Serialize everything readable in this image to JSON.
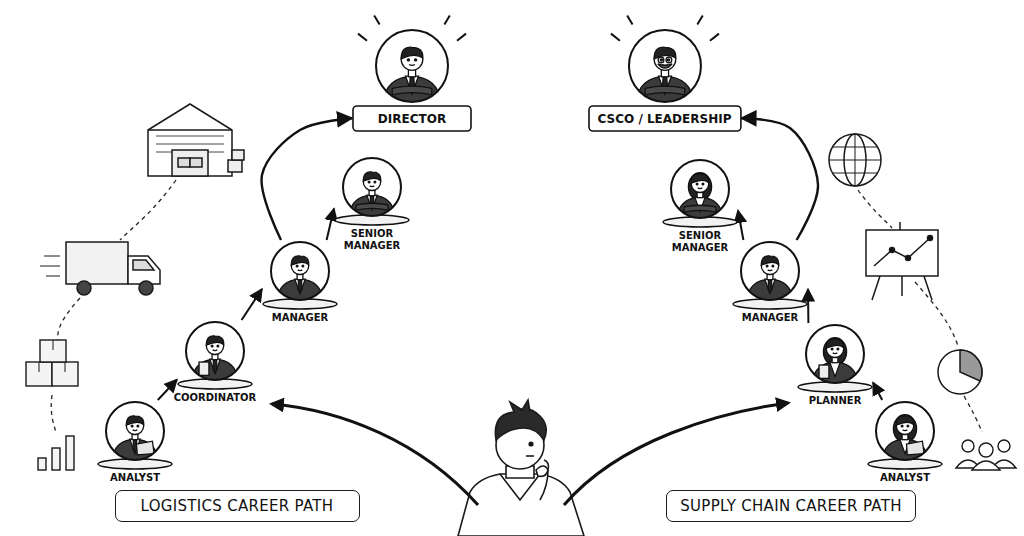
{
  "diagram": {
    "nodes": [
      {
        "text": [
          "DIRECTOR"
        ]
      },
      {
        "text": [
          "CSCO / LEADERSHIP"
        ]
      },
      {
        "text": [
          "SENIOR MANAGER"
        ]
      },
      {
        "text": [
          "SENIOR MANAGER"
        ]
      },
      {
        "text": [
          "MANAGER"
        ]
      },
      {
        "text": [
          "MANAGER"
        ]
      },
      {
        "text": [
          "COORDINATOR"
        ]
      },
      {
        "text": [
          "PLANNER"
        ]
      },
      {
        "text": [
          "ANALYST"
        ]
      },
      {
        "text": [
          "ANALYST"
        ]
      },
      {
        "text": [
          "LOGISTICS CAREER PATH"
        ]
      },
      {
        "text": [
          "SUPPLY CHAIN CAREER PATH"
        ]
      }
    ],
    "edges": [
      {
        "from": 8,
        "to": 6,
        "arrow": "to"
      },
      {
        "from": 6,
        "to": 4,
        "arrow": "to"
      },
      {
        "from": 4,
        "to": 2,
        "arrow": "to"
      },
      {
        "from": 4,
        "to": 0,
        "arrow": "to"
      },
      {
        "from": 9,
        "to": 7,
        "arrow": "to"
      },
      {
        "from": 7,
        "to": 5,
        "arrow": "to"
      },
      {
        "from": 5,
        "to": 3,
        "arrow": "to"
      },
      {
        "from": 5,
        "to": 1,
        "arrow": "to"
      }
    ]
  }
}
